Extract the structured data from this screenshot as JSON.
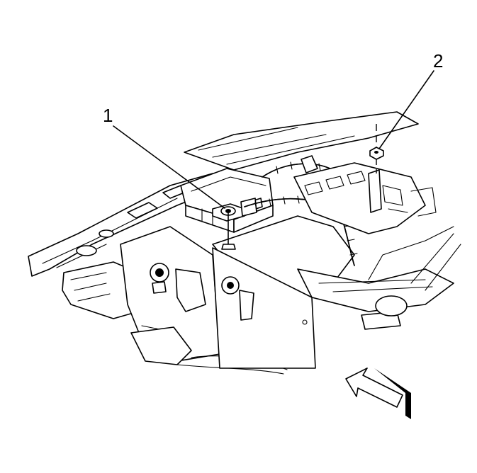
{
  "callouts": [
    {
      "label": "1",
      "target": "module-mounting-stud"
    },
    {
      "label": "2",
      "target": "mounting-nut"
    }
  ],
  "arrow": {
    "meaning": "view-direction",
    "icon": "direction-arrow-icon"
  }
}
